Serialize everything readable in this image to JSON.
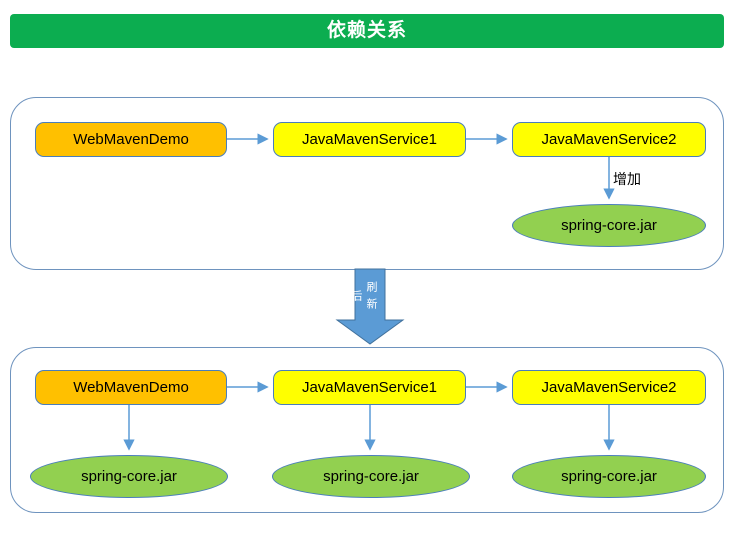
{
  "title": "依赖关系",
  "colors": {
    "header_green": "#0CAD50",
    "node_orange": "#FFC000",
    "node_yellow": "#FFFF00",
    "jar_green": "#92D050",
    "connector_blue": "#5B9BD5",
    "shape_border_blue": "#4A7EBB",
    "panel_border_blue": "#6E93BE"
  },
  "panel_before": {
    "nodes": [
      {
        "label": "WebMavenDemo"
      },
      {
        "label": "JavaMavenService1"
      },
      {
        "label": "JavaMavenService2"
      }
    ],
    "jar": {
      "label": "spring-core.jar"
    },
    "edge_label": "增加"
  },
  "transition": {
    "label": "刷新后"
  },
  "panel_after": {
    "nodes": [
      {
        "label": "WebMavenDemo"
      },
      {
        "label": "JavaMavenService1"
      },
      {
        "label": "JavaMavenService2"
      }
    ],
    "jars": [
      {
        "label": "spring-core.jar"
      },
      {
        "label": "spring-core.jar"
      },
      {
        "label": "spring-core.jar"
      }
    ]
  }
}
